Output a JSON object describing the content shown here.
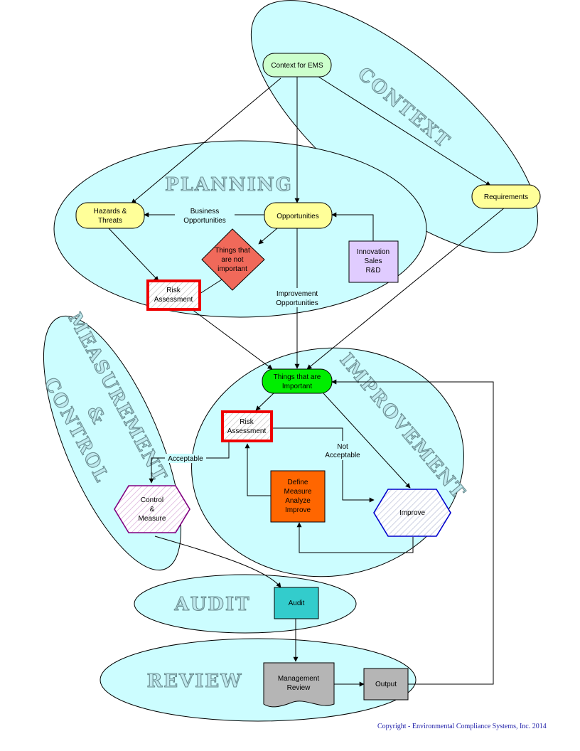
{
  "colors": {
    "zone_fill": "#ccfdff",
    "soft_yellow": "#ffff99",
    "soft_green": "#ccffcc",
    "bright_green": "#00ee00",
    "lavender": "#e0ccff",
    "salmon": "#f0695a",
    "orange": "#ff6600",
    "teal": "#33cccc",
    "grey": "#b5b5b5",
    "risk_border": "#ee0000",
    "improve_border": "#0000cc",
    "control_border": "#800080",
    "copyright_text": "#2222aa"
  },
  "zones": {
    "context": "CONTEXT",
    "planning": "PLANNING",
    "measurement_line1": "MEASUREMENT",
    "measurement_line2": "&",
    "measurement_line3": "CONTROL",
    "improvement": "IMPROVEMENT",
    "audit": "AUDIT",
    "review": "REVIEW"
  },
  "nodes": {
    "context_ems": "Context for EMS",
    "requirements": "Requirements",
    "hazards_line1": "Hazards &",
    "hazards_line2": "Threats",
    "opportunities": "Opportunities",
    "innovation_line1": "Innovation",
    "innovation_line2": "Sales",
    "innovation_line3": "R&D",
    "not_important_line1": "Things that",
    "not_important_line2": "are not",
    "not_important_line3": "important",
    "risk_plan_line1": "Risk",
    "risk_plan_line2": "Assessment",
    "important_line1": "Things that are",
    "important_line2": "Important",
    "risk_impr_line1": "Risk",
    "risk_impr_line2": "Assessment",
    "define_line1": "Define",
    "define_line2": "Measure",
    "define_line3": "Analyze",
    "define_line4": "Improve",
    "improve": "Improve",
    "control_line1": "Control",
    "control_line2": "&",
    "control_line3": "Measure",
    "audit": "Audit",
    "mgmt_line1": "Management",
    "mgmt_line2": "Review",
    "output": "Output"
  },
  "edge_labels": {
    "business_line1": "Business",
    "business_line2": "Opportunities",
    "improvement_opp_line1": "Improvement",
    "improvement_opp_line2": "Opportunities",
    "acceptable": "Acceptable",
    "not_acceptable_line1": "Not",
    "not_acceptable_line2": "Acceptable"
  },
  "copyright": "Copyright -  Environmental Compliance Systems, Inc. 2014"
}
